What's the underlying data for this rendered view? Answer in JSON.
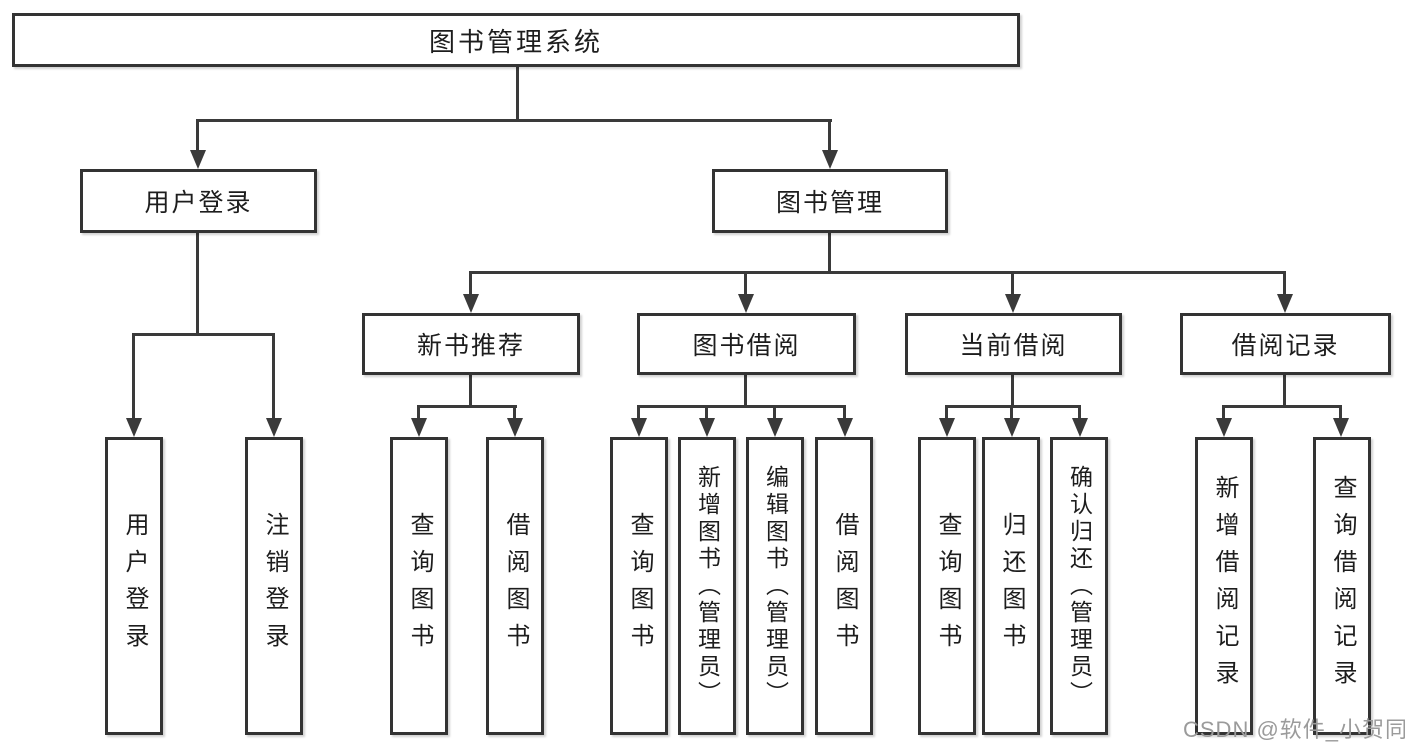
{
  "root": {
    "label": "图书管理系统"
  },
  "level2": [
    {
      "label": "用户登录"
    },
    {
      "label": "图书管理"
    }
  ],
  "level3": [
    {
      "label": "新书推荐"
    },
    {
      "label": "图书借阅"
    },
    {
      "label": "当前借阅"
    },
    {
      "label": "借阅记录"
    }
  ],
  "leaves": {
    "user_login": [
      {
        "label": "用户登录"
      },
      {
        "label": "注销登录"
      }
    ],
    "new_book_rec": [
      {
        "label": "查询图书"
      },
      {
        "label": "借阅图书"
      }
    ],
    "book_borrow": [
      {
        "label": "查询图书"
      },
      {
        "label": "新增图书（管理员）"
      },
      {
        "label": "编辑图书（管理员）"
      },
      {
        "label": "借阅图书"
      }
    ],
    "current_borrow": [
      {
        "label": "查询图书"
      },
      {
        "label": "归还图书"
      },
      {
        "label": "确认归还（管理员）"
      }
    ],
    "borrow_records": [
      {
        "label": "新增借阅记录"
      },
      {
        "label": "查询借阅记录"
      }
    ]
  },
  "watermark": {
    "text": "CSDN @软件_小贺同学"
  },
  "colors": {
    "line": "#3a3a3a",
    "border": "#333333",
    "text": "#1d1d1d",
    "background": "#ffffff",
    "watermark": "#9b9b9b"
  }
}
